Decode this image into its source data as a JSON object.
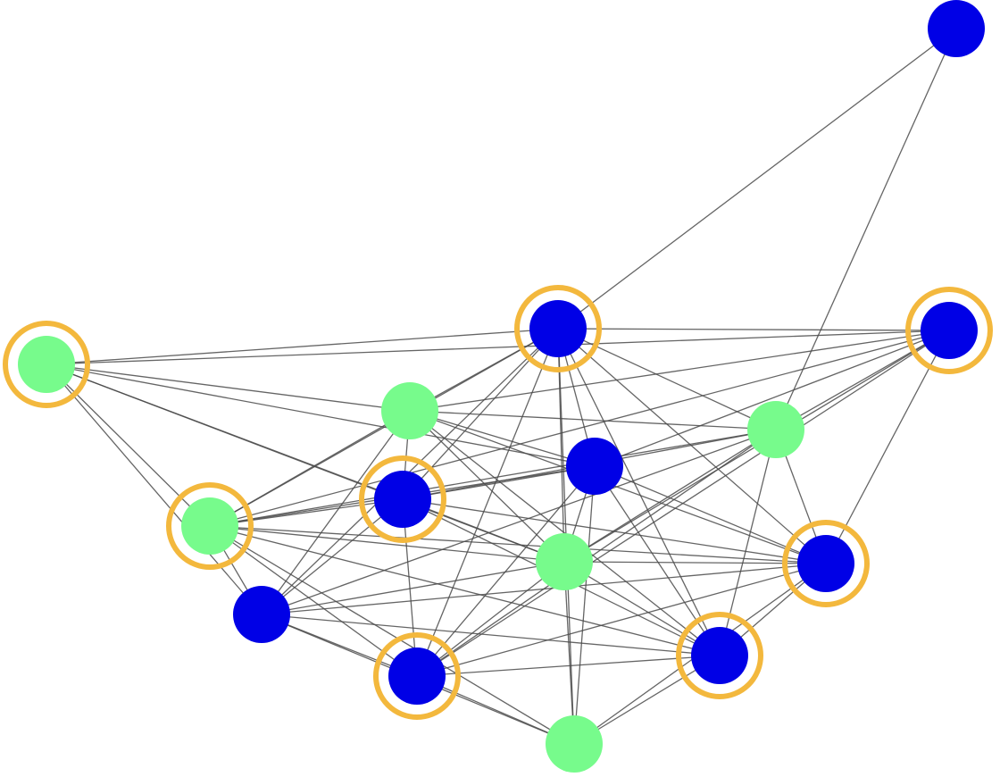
{
  "graph": {
    "colors": {
      "blue": "#0000e6",
      "green": "#77fb8c",
      "highlight": "#f3b83d",
      "edge": "#4a4a4a"
    },
    "nodes": [
      {
        "id": "n0",
        "group": "blue",
        "highlighted": false
      },
      {
        "id": "n1",
        "group": "blue",
        "highlighted": true
      },
      {
        "id": "n2",
        "group": "blue",
        "highlighted": true
      },
      {
        "id": "n3",
        "group": "green",
        "highlighted": true
      },
      {
        "id": "n4",
        "group": "green",
        "highlighted": false
      },
      {
        "id": "n5",
        "group": "green",
        "highlighted": false
      },
      {
        "id": "n6",
        "group": "blue",
        "highlighted": false
      },
      {
        "id": "n7",
        "group": "blue",
        "highlighted": true
      },
      {
        "id": "n8",
        "group": "green",
        "highlighted": true
      },
      {
        "id": "n9",
        "group": "green",
        "highlighted": false
      },
      {
        "id": "n10",
        "group": "blue",
        "highlighted": true
      },
      {
        "id": "n11",
        "group": "blue",
        "highlighted": false
      },
      {
        "id": "n12",
        "group": "blue",
        "highlighted": true
      },
      {
        "id": "n13",
        "group": "blue",
        "highlighted": true
      },
      {
        "id": "n14",
        "group": "green",
        "highlighted": false
      }
    ],
    "edges": [
      [
        "n0",
        "n1"
      ],
      [
        "n0",
        "n5"
      ],
      [
        "n1",
        "n2"
      ],
      [
        "n1",
        "n3"
      ],
      [
        "n1",
        "n7"
      ],
      [
        "n1",
        "n4"
      ],
      [
        "n1",
        "n5"
      ],
      [
        "n1",
        "n6"
      ],
      [
        "n1",
        "n9"
      ],
      [
        "n1",
        "n10"
      ],
      [
        "n1",
        "n12"
      ],
      [
        "n1",
        "n13"
      ],
      [
        "n1",
        "n14"
      ],
      [
        "n1",
        "n11"
      ],
      [
        "n1",
        "n8"
      ],
      [
        "n2",
        "n3"
      ],
      [
        "n2",
        "n4"
      ],
      [
        "n2",
        "n5"
      ],
      [
        "n2",
        "n6"
      ],
      [
        "n2",
        "n8"
      ],
      [
        "n2",
        "n9"
      ],
      [
        "n2",
        "n10"
      ],
      [
        "n2",
        "n13"
      ],
      [
        "n3",
        "n4"
      ],
      [
        "n3",
        "n7"
      ],
      [
        "n3",
        "n11"
      ],
      [
        "n3",
        "n8"
      ],
      [
        "n3",
        "n6"
      ],
      [
        "n3",
        "n9"
      ],
      [
        "n4",
        "n6"
      ],
      [
        "n4",
        "n10"
      ],
      [
        "n4",
        "n12"
      ],
      [
        "n4",
        "n9"
      ],
      [
        "n4",
        "n7"
      ],
      [
        "n4",
        "n8"
      ],
      [
        "n4",
        "n5"
      ],
      [
        "n4",
        "n11"
      ],
      [
        "n5",
        "n7"
      ],
      [
        "n5",
        "n8"
      ],
      [
        "n5",
        "n11"
      ],
      [
        "n5",
        "n9"
      ],
      [
        "n5",
        "n12"
      ],
      [
        "n5",
        "n13"
      ],
      [
        "n5",
        "n10"
      ],
      [
        "n6",
        "n8"
      ],
      [
        "n6",
        "n9"
      ],
      [
        "n6",
        "n10"
      ],
      [
        "n6",
        "n12"
      ],
      [
        "n6",
        "n13"
      ],
      [
        "n6",
        "n7"
      ],
      [
        "n6",
        "n14"
      ],
      [
        "n7",
        "n8"
      ],
      [
        "n7",
        "n9"
      ],
      [
        "n7",
        "n10"
      ],
      [
        "n7",
        "n11"
      ],
      [
        "n7",
        "n12"
      ],
      [
        "n7",
        "n13"
      ],
      [
        "n8",
        "n9"
      ],
      [
        "n8",
        "n10"
      ],
      [
        "n8",
        "n12"
      ],
      [
        "n8",
        "n13"
      ],
      [
        "n8",
        "n14"
      ],
      [
        "n8",
        "n11"
      ],
      [
        "n9",
        "n10"
      ],
      [
        "n9",
        "n11"
      ],
      [
        "n9",
        "n12"
      ],
      [
        "n9",
        "n13"
      ],
      [
        "n9",
        "n14"
      ],
      [
        "n10",
        "n11"
      ],
      [
        "n10",
        "n12"
      ],
      [
        "n10",
        "n13"
      ],
      [
        "n10",
        "n14"
      ],
      [
        "n11",
        "n12"
      ],
      [
        "n11",
        "n13"
      ],
      [
        "n11",
        "n14"
      ],
      [
        "n12",
        "n13"
      ],
      [
        "n12",
        "n14"
      ],
      [
        "n13",
        "n14"
      ]
    ]
  }
}
